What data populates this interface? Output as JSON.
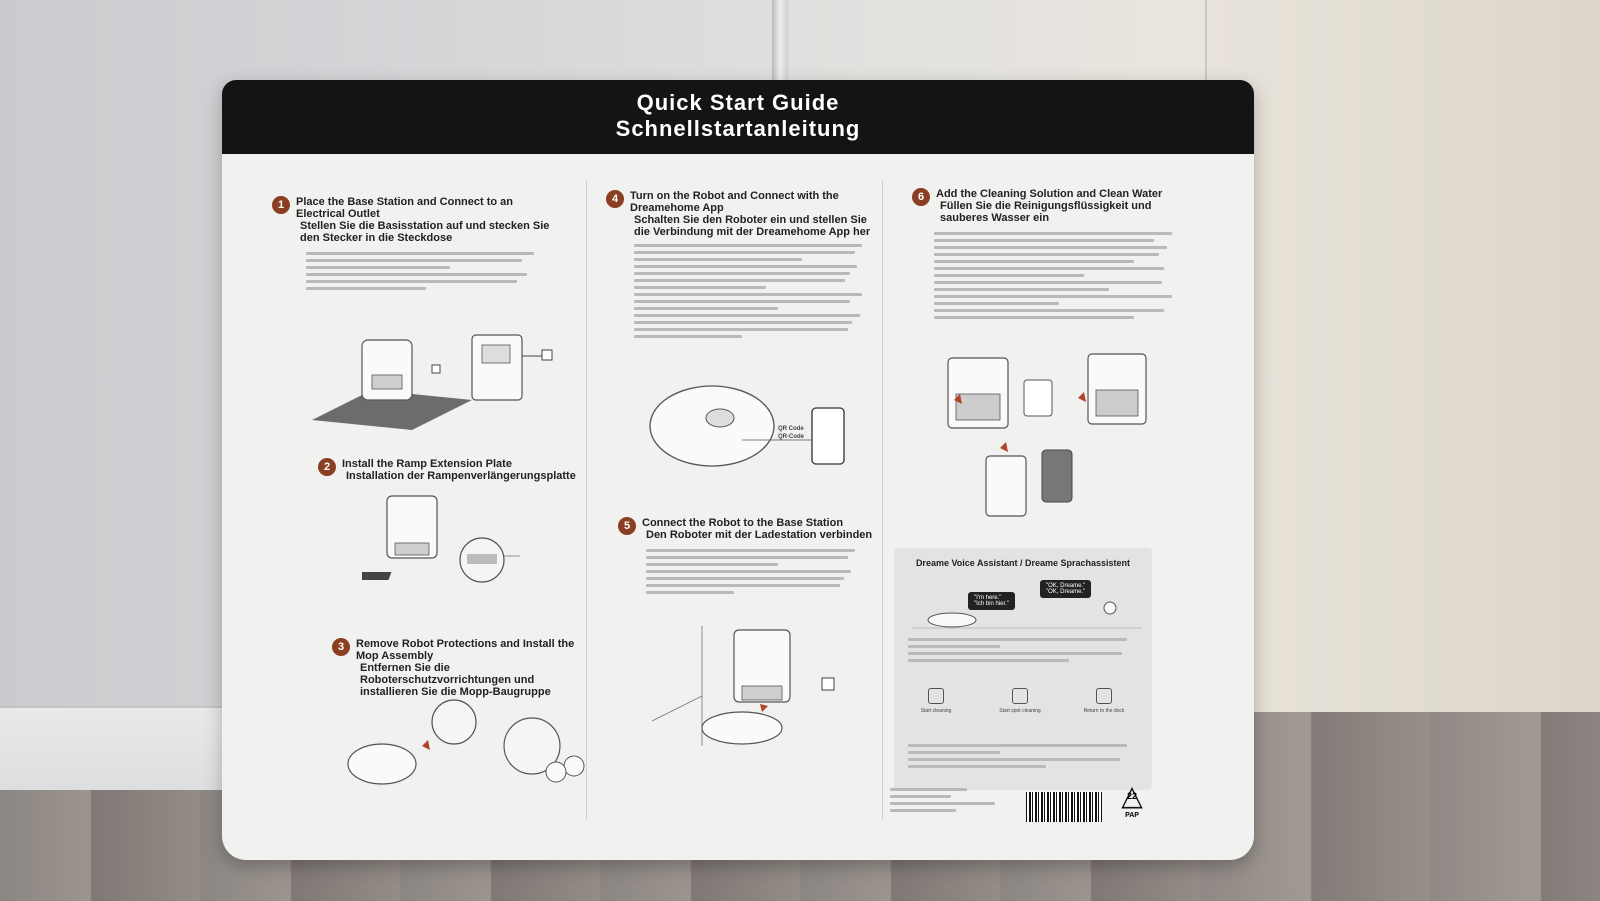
{
  "guide": {
    "title_en": "Quick Start Guide",
    "title_de": "Schnellstartanleitung"
  },
  "steps": [
    {
      "num": "1",
      "en": "Place the Base Station and Connect to an Electrical Outlet",
      "de": "Stellen Sie die Basisstation auf und stecken Sie den Stecker in die Steckdose"
    },
    {
      "num": "2",
      "en": "Install the Ramp Extension Plate",
      "de": "Installation der Rampenverlängerungsplatte"
    },
    {
      "num": "3",
      "en": "Remove Robot Protections and Install the Mop Assembly",
      "de": "Entfernen Sie die Roboterschutzvorrichtungen und installieren Sie die Mopp-Baugruppe"
    },
    {
      "num": "4",
      "en": "Turn on the Robot and Connect with the Dreamehome App",
      "de": "Schalten Sie den Roboter ein und stellen Sie die Verbindung mit der Dreamehome App her"
    },
    {
      "num": "5",
      "en": "Connect the Robot to the Base Station",
      "de": "Den Roboter mit der Ladestation verbinden"
    },
    {
      "num": "6",
      "en": "Add the Cleaning Solution and Clean Water",
      "de": "Füllen Sie die Reinigungsflüssigkeit und sauberes Wasser ein"
    }
  ],
  "labels": {
    "qr_code": "QR Code",
    "qr_code_de": "QR-Code"
  },
  "voice": {
    "title": "Dreame Voice Assistant / Dreame Sprachassistent",
    "bubble_robot_1": "\"I'm here.\"",
    "bubble_robot_2": "\"Ich bin hier.\"",
    "bubble_user_1": "\"OK, Dreame.\"",
    "bubble_user_2": "\"OK, Dreame.\"",
    "cmd_1": "Start cleaning",
    "cmd_2": "Start spot cleaning",
    "cmd_3": "Return to the dock"
  },
  "footer": {
    "recycle_code": "22",
    "recycle_label": "PAP"
  }
}
